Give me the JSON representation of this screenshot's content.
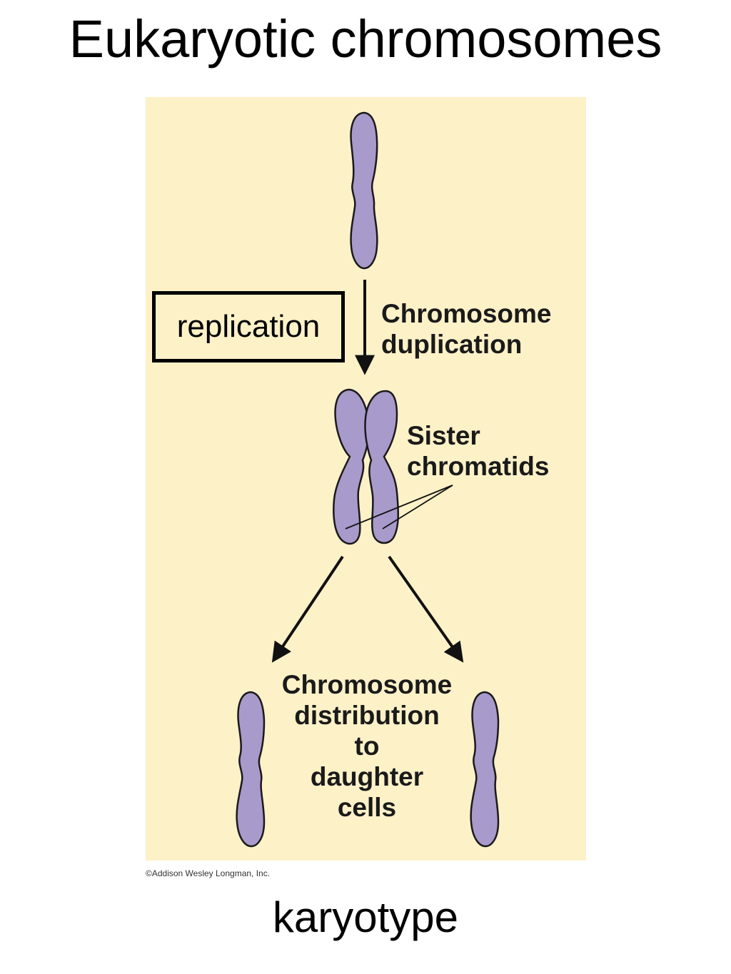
{
  "title": "Eukaryotic chromosomes",
  "diagram": {
    "replication_box": "replication",
    "duplication_label": [
      "Chromosome",
      "duplication"
    ],
    "sister_label": [
      "Sister",
      "chromatids"
    ],
    "distribution_label": [
      "Chromosome",
      "distribution",
      "to",
      "daughter",
      "cells"
    ],
    "copyright": "©Addison Wesley Longman, Inc.",
    "colors": {
      "panel": "#fdf1c8",
      "chromosome_fill": "#a89acb",
      "outline": "#1a1a1a"
    }
  },
  "caption": "karyotype"
}
